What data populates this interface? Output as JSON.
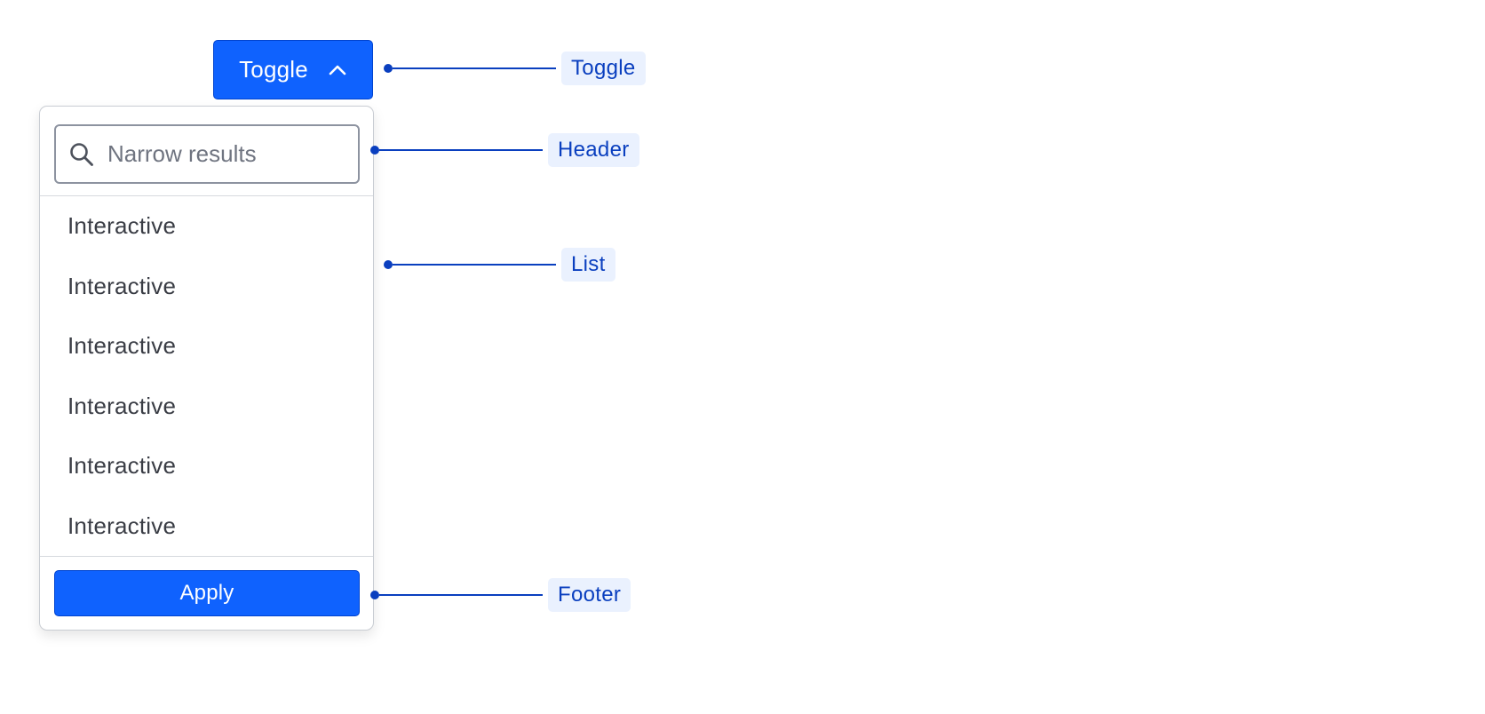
{
  "toggle": {
    "label": "Toggle",
    "icon": "chevron-up-icon"
  },
  "menu": {
    "search": {
      "placeholder": "Narrow results",
      "value": "",
      "icon": "search-icon"
    },
    "items": [
      {
        "label": "Interactive"
      },
      {
        "label": "Interactive"
      },
      {
        "label": "Interactive"
      },
      {
        "label": "Interactive"
      },
      {
        "label": "Interactive"
      },
      {
        "label": "Interactive"
      }
    ],
    "footer": {
      "apply_label": "Apply"
    }
  },
  "annotations": {
    "toggle": "Toggle",
    "header": "Header",
    "list": "List",
    "footer": "Footer"
  },
  "colors": {
    "primary": "#0f62fe",
    "annotation": "#0a3fbf",
    "annotation_bg": "#eaf1fe"
  }
}
